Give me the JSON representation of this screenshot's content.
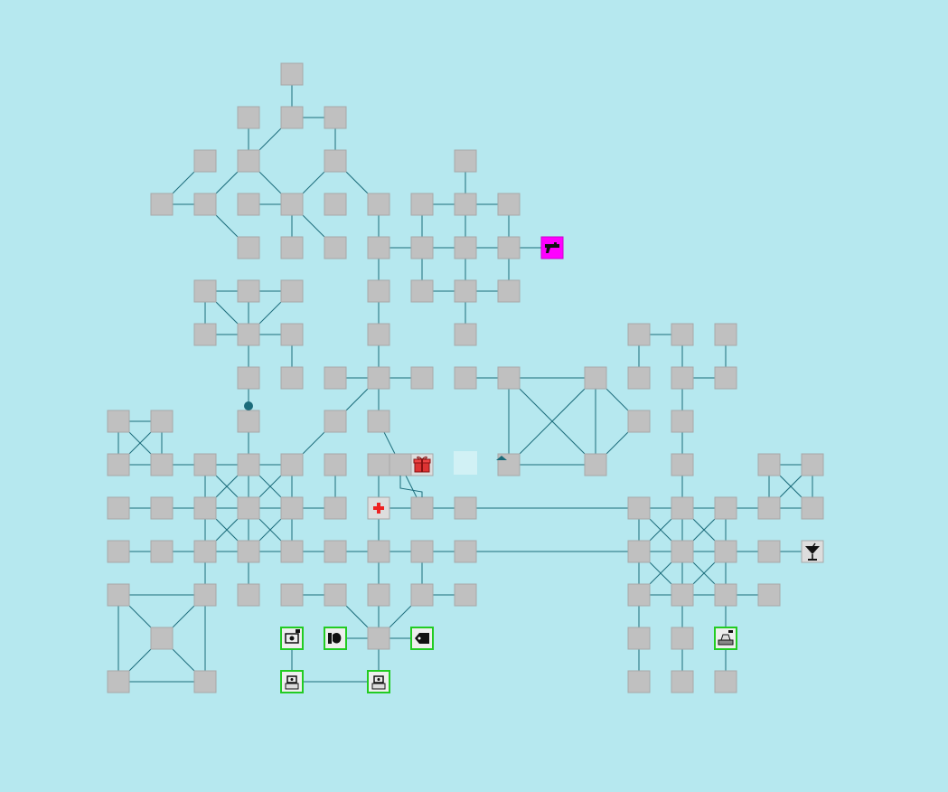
{
  "map": {
    "background": "#b6e8ef",
    "room_color": "#c0c0c0",
    "link_color": "#1b6b7a",
    "special_rooms": [
      {
        "name": "weapon-shop",
        "icon": "gun-icon",
        "color": "#ff00ff"
      },
      {
        "name": "gift-room",
        "icon": "gift-icon"
      },
      {
        "name": "medical-room",
        "icon": "medical-cross-icon"
      },
      {
        "name": "bar-room",
        "icon": "cocktail-icon"
      },
      {
        "name": "shop-room-1",
        "icon": "shop-icon",
        "color": "#22cc22"
      },
      {
        "name": "shop-room-2",
        "icon": "hand-icon",
        "color": "#22cc22"
      },
      {
        "name": "shop-room-3",
        "icon": "tag-icon",
        "color": "#22cc22"
      },
      {
        "name": "shop-room-4",
        "icon": "scale-icon",
        "color": "#22cc22"
      },
      {
        "name": "shop-room-5",
        "icon": "cashier-icon",
        "color": "#22cc22"
      },
      {
        "name": "shop-room-6",
        "icon": "cashier-icon",
        "color": "#22cc22"
      }
    ]
  }
}
